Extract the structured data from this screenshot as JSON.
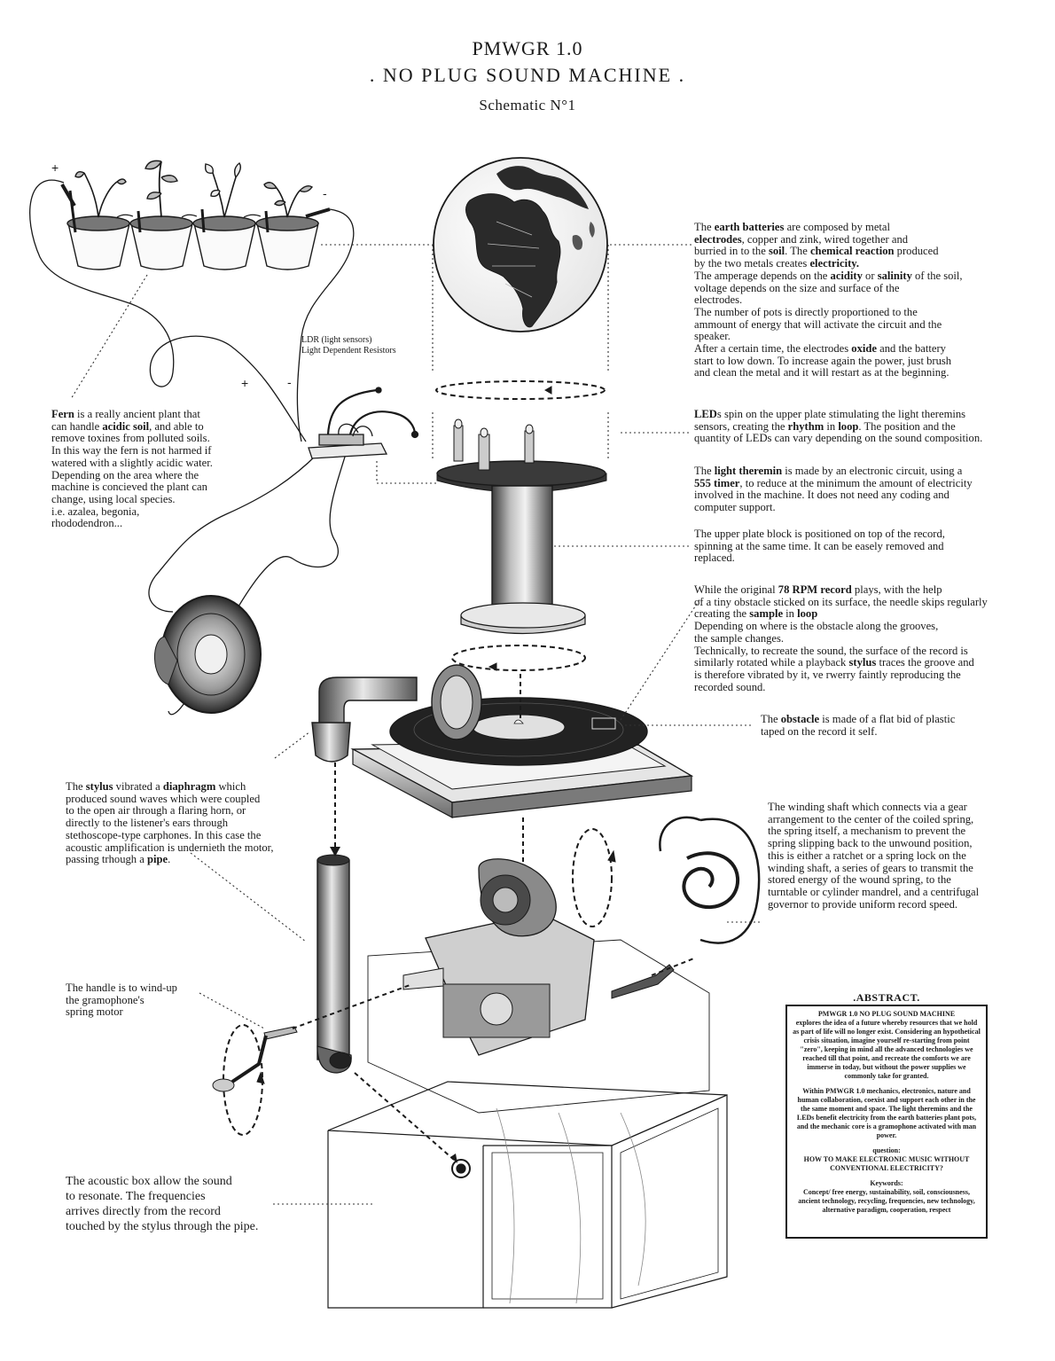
{
  "header": {
    "title": "PMWGR 1.0",
    "subtitle": ". NO PLUG SOUND MACHINE .",
    "schematic": "Schematic N°1"
  },
  "signs": {
    "plus_top": "+",
    "minus_top": "-",
    "plus_ldr": "+",
    "minus_ldr": "-"
  },
  "ldr_label": {
    "line1": "LDR (light sensors)",
    "line2": "Light Dependent Resistors"
  },
  "notes": {
    "earth": {
      "l1a": "The ",
      "l1b": "earth batteries",
      "l1c": " are composed by metal",
      "l2a": "electrodes",
      "l2b": ", copper and zink, wired together and",
      "l3a": "burried in to the ",
      "l3b": "soil",
      "l3c": ". The ",
      "l3d": "chemical reaction",
      "l3e": " produced",
      "l4a": "by the two metals creates ",
      "l4b": "electricity.",
      "l5a": "The amperage depends on the ",
      "l5b": "acidity",
      "l5c": " or ",
      "l5d": "salinity",
      "l5e": " of the soil,",
      "l6": "voltage depends on the size and surface of the",
      "l7": "electrodes.",
      "l8": "The number of pots is directly proportioned to the",
      "l9": "ammount of energy that will activate the circuit and the",
      "l10": "speaker.",
      "l11a": "After a certain time, the electrodes ",
      "l11b": "oxide",
      "l11c": " and the battery",
      "l12": "start to low down. To increase again the power, just brush",
      "l13": "and clean the metal and it will restart as at the beginning."
    },
    "leds": {
      "l1a": "LED",
      "l1b": "s spin on the upper plate stimulating the light theremins",
      "l2a": "sensors, creating the ",
      "l2b": "rhythm",
      "l2c": " in ",
      "l2d": "loop",
      "l2e": ". The position and the",
      "l3": "quantity   of LEDs can vary depending on the sound composition."
    },
    "theremin": {
      "l1a": "The ",
      "l1b": "light theremin",
      "l1c": " is made by an electronic circuit, using a",
      "l2a": "555 timer",
      "l2b": ", to reduce at the minimum the amount of electricity",
      "l3": "involved in the machine. It does not need any coding and",
      "l4": "computer support."
    },
    "plate": {
      "l1": "The upper plate block is positioned on top of the record,",
      "l2": "spinning at the same time. It can be easely removed and",
      "l3": "replaced."
    },
    "record": {
      "l1a": "While the original ",
      "l1b": "78 RPM record",
      "l1c": " plays, with the help",
      "l2": "of a tiny obstacle sticked on its surface, the needle skips regularly",
      "l3a": "creating the ",
      "l3b": "sample",
      "l3c": " in ",
      "l3d": "loop",
      "l4": "Depending on where is the obstacle along the grooves,",
      "l5": "the sample changes.",
      "l6": "Technically, to recreate the sound, the surface of the record is",
      "l7a": "similarly rotated while a playback ",
      "l7b": "stylus",
      "l7c": " traces the groove and",
      "l8": "is therefore vibrated by it, ve   rwerry faintly reproducing the",
      "l9": "recorded sound."
    },
    "obstacle": {
      "l1a": "The ",
      "l1b": "obstacle",
      "l1c": " is made of a flat bid of plastic",
      "l2": "taped on the record it self."
    },
    "fern": {
      "l1a": "Fern",
      "l1b": " is a really ancient plant that",
      "l2a": "can handle ",
      "l2b": "acidic soil",
      "l2c": ", and able to",
      "l3": "remove toxines from polluted soils.",
      "l4": "In this way the fern is not harmed if",
      "l5": "watered with a slightly acidic water.",
      "l6": "Depending on the area where the",
      "l7": "machine is concieved the plant can",
      "l8": "change, using local species.",
      "l9": "i.e. azalea, begonia,",
      "l10": "rhododendron..."
    },
    "stylus": {
      "l1a": "The ",
      "l1b": "stylus",
      "l1c": " vibrated a ",
      "l1d": "diaphragm",
      "l1e": " which",
      "l2": "produced sound waves which were coupled",
      "l3": "to the open air through a flaring horn, or",
      "l4": "directly to the listener's ears through",
      "l5": "stethoscope-type carphones. In this case the",
      "l6": " acoustic amplification is undernieth the motor,",
      "l7a": "passing trhough a ",
      "l7b": "pipe",
      "l7c": "."
    },
    "shaft": {
      "l1": "The winding shaft which connects via a gear",
      "l2": "arrangement to the center of the coiled spring,",
      "l3": "the spring itself, a mechanism to prevent the",
      "l4": "spring slipping back to the unwound position,",
      "l5": "this is either a ratchet or a spring lock on the",
      "l6": "winding shaft, a series of gears to transmit the",
      "l7": "stored energy of the wound spring, to the",
      "l8": "turntable or cylinder mandrel, and a centrifugal",
      "l9": "governor to provide uniform record speed."
    },
    "handle": {
      "l1": "The handle is to wind-up",
      "l2": "the gramophone's",
      "l3": "spring motor"
    },
    "box": {
      "l1": "The acoustic box allow the sound",
      "l2": "to resonate. The frequencies",
      "l3": "arrives directly from the record",
      "l4": "touched by the stylus through the pipe."
    }
  },
  "abstract": {
    "heading": ".ABSTRACT.",
    "p1_title": "PMWGR 1.0 NO PLUG SOUND MACHINE",
    "p1": "explores the idea of a future whereby resources that we hold as part of life will no longer exist. Considering an hypothetical crisis situation, imagine yourself re-starting from point \"zero\", keeping in mind all the advanced technologies we reached till that point, and recreate the comforts we are immerse in today, but without the power supplies we commonly take for granted.",
    "p2": "Within PMWGR 1.0 mechanics, electronics, nature and human collaboration, coexist and support each other in the the same moment and space. The light theremins and the LEDs benefit electricity from the earth batteries plant pots, and the mechanic core is a gramophone activated with man power.",
    "q_label": "question:",
    "q_text": "HOW TO MAKE ELECTRONIC MUSIC WITHOUT CONVENTIONAL ELECTRICITY?",
    "kw_label": "Keywords:",
    "kw_text": "Concept/ free energy, sustainability, soil, consciousness, ancient technology, recycling, frequencies, new technology, alternative paradigm, cooperation, respect"
  }
}
